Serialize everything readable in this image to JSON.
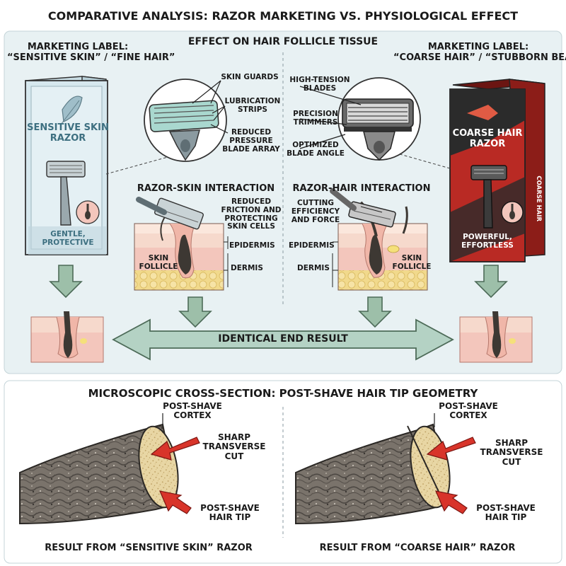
{
  "title": "COMPARATIVE ANALYSIS: RAZOR MARKETING VS. PHYSIOLOGICAL EFFECT",
  "top_section": {
    "subtitle": "EFFECT ON HAIR FOLLICLE TISSUE",
    "left": {
      "marketing_label_line1": "MARKETING LABEL:",
      "marketing_label_line2": "“SENSITIVE SKIN” / “FINE HAIR”",
      "box_title_line1": "SENSITIVE SKIN",
      "box_title_line2": "RAZOR",
      "box_tagline_line1": "GENTLE,",
      "box_tagline_line2": "PROTECTIVE",
      "callouts": {
        "skin_guards": "SKIN GUARDS",
        "lubrication_line1": "LUBRICATION",
        "lubrication_line2": "STRIPS",
        "reduced_line1": "REDUCED",
        "reduced_line2": "PRESSURE",
        "reduced_line3": "BLADE ARRAY"
      },
      "interaction_title": "RAZOR-SKIN INTERACTION",
      "interaction_note_line1": "REDUCED",
      "interaction_note_line2": "FRICTION AND",
      "interaction_note_line3": "PROTECTING",
      "interaction_note_line4": "SKIN CELLS",
      "epidermis": "EPIDERMIS",
      "dermis": "DERMIS",
      "follicle_line1": "SKIN",
      "follicle_line2": "FOLLICLE"
    },
    "right": {
      "marketing_label_line1": "MARKETING LABEL:",
      "marketing_label_line2": "“COARSE HAIR” / “STUBBORN BEARD”",
      "box_title_line1": "COARSE HAIR",
      "box_title_line2": "RAZOR",
      "box_side_text": "COARSE HAIR",
      "box_tagline_line1": "POWERFUL,",
      "box_tagline_line2": "EFFORTLESS",
      "callouts": {
        "high_tension_line1": "HIGH-TENSION",
        "high_tension_line2": "BLADES",
        "precision_line1": "PRECISION",
        "precision_line2": "TRIMMERS",
        "optimized_line1": "OPTIMIZED",
        "optimized_line2": "BLADE ANGLE"
      },
      "interaction_title": "RAZOR-HAIR INTERACTION",
      "interaction_note_line1": "CUTTING",
      "interaction_note_line2": "EFFICIENCY",
      "interaction_note_line3": "AND FORCE",
      "epidermis": "EPIDERMIS",
      "dermis": "DERMIS",
      "follicle_line1": "SKIN",
      "follicle_line2": "FOLLICLE"
    },
    "end_result": "IDENTICAL END RESULT"
  },
  "bottom_section": {
    "title": "MICROSCOPIC CROSS-SECTION: POST-SHAVE HAIR TIP GEOMETRY",
    "left": {
      "cortex_line1": "POST-SHAVE",
      "cortex_line2": "CORTEX",
      "cut_line1": "SHARP",
      "cut_line2": "TRANSVERSE",
      "cut_line3": "CUT",
      "tip_line1": "POST-SHAVE",
      "tip_line2": "HAIR TIP",
      "result": "RESULT FROM “SENSITIVE SKIN” RAZOR"
    },
    "right": {
      "cortex_line1": "POST-SHAVE",
      "cortex_line2": "CORTEX",
      "cut_line1": "SHARP",
      "cut_line2": "TRANSVERSE",
      "cut_line3": "CUT",
      "tip_line1": "POST-SHAVE",
      "tip_line2": "HAIR TIP",
      "result": "RESULT FROM “COARSE HAIR” RAZOR"
    }
  },
  "colors": {
    "panel_bg": "#e8f1f3",
    "arrow_fill": "#9dbfa9",
    "arrow_stroke": "#4d6b58",
    "accent_red": "#d8342a",
    "box_red": "#b92a24",
    "box_blue": "#d6e8ee",
    "skin": "#f6d9cc",
    "dermis": "#f3c6bc",
    "fat": "#f1d98c",
    "hair_dark": "#3d3833",
    "hair_shaft": "#7a736b",
    "cortex": "#e8d6a4"
  }
}
